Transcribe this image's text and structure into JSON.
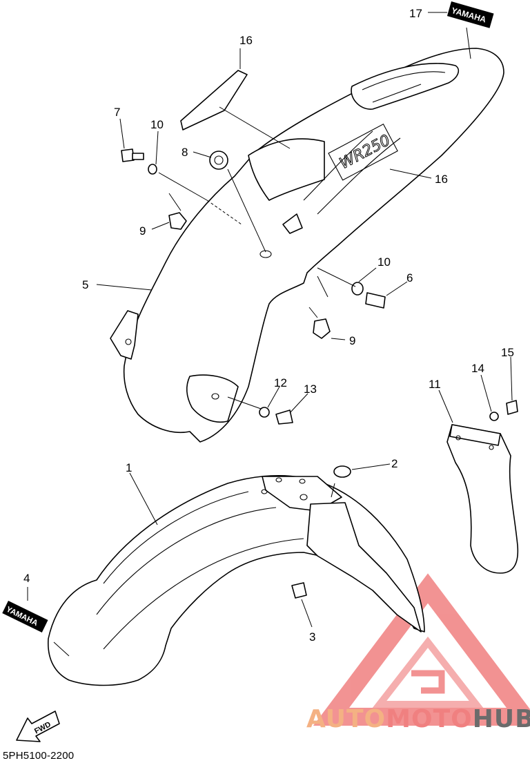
{
  "diagram": {
    "code": "5PH5100-2200",
    "decal_text": "YAMAHA",
    "fwd_label": "FWD",
    "rear_decal_text": "WR250",
    "watermark": {
      "auto": "AUTO",
      "moto": "MOTO",
      "hub": "HUB"
    },
    "colors": {
      "watermark_red": "#f08080",
      "watermark_orange": "#f4b183",
      "watermark_gray": "#6b6b6b"
    },
    "callouts": [
      {
        "id": "c1",
        "label": "1"
      },
      {
        "id": "c2",
        "label": "2"
      },
      {
        "id": "c3",
        "label": "3"
      },
      {
        "id": "c4",
        "label": "4"
      },
      {
        "id": "c5",
        "label": "5"
      },
      {
        "id": "c6",
        "label": "6"
      },
      {
        "id": "c7",
        "label": "7"
      },
      {
        "id": "c8",
        "label": "8"
      },
      {
        "id": "c9a",
        "label": "9"
      },
      {
        "id": "c9b",
        "label": "9"
      },
      {
        "id": "c10a",
        "label": "10"
      },
      {
        "id": "c10b",
        "label": "10"
      },
      {
        "id": "c11",
        "label": "11"
      },
      {
        "id": "c12",
        "label": "12"
      },
      {
        "id": "c13",
        "label": "13"
      },
      {
        "id": "c14",
        "label": "14"
      },
      {
        "id": "c15",
        "label": "15"
      },
      {
        "id": "c16a",
        "label": "16"
      },
      {
        "id": "c16b",
        "label": "16"
      },
      {
        "id": "c17",
        "label": "17"
      }
    ]
  }
}
